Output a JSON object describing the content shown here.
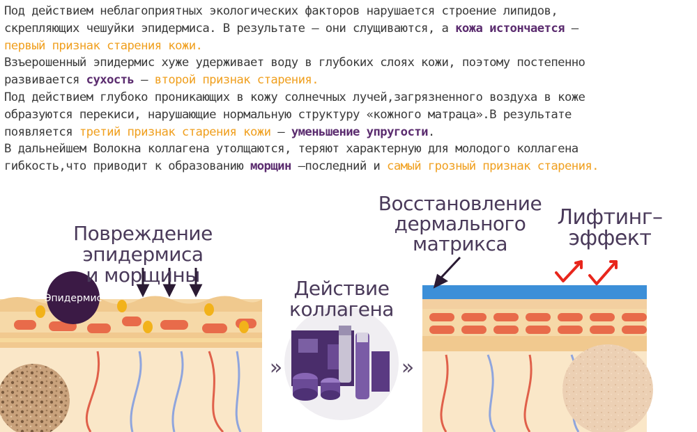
{
  "paragraphs": [
    {
      "lines": [
        [
          {
            "t": "Под действием неблагоприятных экологических факторов нарушается строение липидов,",
            "s": ""
          }
        ],
        [
          {
            "t": "скрепляющих чешуйки эпидермиса. В результате – они слущиваются, а ",
            "s": ""
          },
          {
            "t": "кожа истончается",
            "s": "purple"
          },
          {
            "t": " –",
            "s": ""
          }
        ],
        [
          {
            "t": "первый признак старения кожи.",
            "s": "orange"
          }
        ]
      ]
    },
    {
      "lines": [
        [
          {
            "t": "Взъерошенный эпидермис хуже удерживает воду в глубоких слоях кожи, поэтому постепенно",
            "s": ""
          }
        ],
        [
          {
            "t": "развивается ",
            "s": ""
          },
          {
            "t": "сухость",
            "s": "purple"
          },
          {
            "t": " – ",
            "s": ""
          },
          {
            "t": "второй признак старения.",
            "s": "orange"
          }
        ]
      ]
    },
    {
      "lines": [
        [
          {
            "t": "Под действием глубоко проникающих в кожу солнечных лучей,загрязненного воздуха в коже",
            "s": ""
          }
        ],
        [
          {
            "t": "образуются перекиси, нарушающие нормальную структуру «кожного матраца».В результате",
            "s": ""
          }
        ],
        [
          {
            "t": "появляется ",
            "s": ""
          },
          {
            "t": "третий признак старения кожи",
            "s": "orange"
          },
          {
            "t": " – ",
            "s": ""
          },
          {
            "t": "уменьшение упругости",
            "s": "purple"
          },
          {
            "t": ".",
            "s": ""
          }
        ]
      ]
    },
    {
      "lines": [
        [
          {
            "t": "В дальнейшем Волокна коллагена утолщаются, теряют характерную для молодого коллагена",
            "s": ""
          }
        ],
        [
          {
            "t": "гибкость,что приводит к образованию ",
            "s": ""
          },
          {
            "t": "морщин",
            "s": "purple"
          },
          {
            "t": " –последний и ",
            "s": ""
          },
          {
            "t": "самый грозный признак старения.",
            "s": "orange"
          }
        ]
      ]
    }
  ],
  "labels": {
    "damage_line1": "Повреждение эпидермиса",
    "damage_line2": "и морщины",
    "epidermis_badge": "Эпидермис",
    "collagen_line1": "Действие",
    "collagen_line2": "коллагена",
    "restore_line1": "Восстановление",
    "restore_line2": "дермального",
    "restore_line3": "матрикса",
    "lifting_line1": "Лифтинг–",
    "lifting_line2": "эффект",
    "arrow_glyph": "»"
  },
  "colors": {
    "text": "#3a3a3a",
    "accent_purple": "#5b2c6f",
    "accent_orange": "#f0a020",
    "skin_top": "#f6d9a8",
    "skin_mid": "#f3cfa0",
    "fat_cell": "#e86b4a",
    "dot_yellow": "#f2b21a",
    "vein_blue": "#8fa5dd",
    "vein_red": "#e0604a",
    "restored_layer": "#3c8fd8",
    "check_red": "#e8261c"
  }
}
